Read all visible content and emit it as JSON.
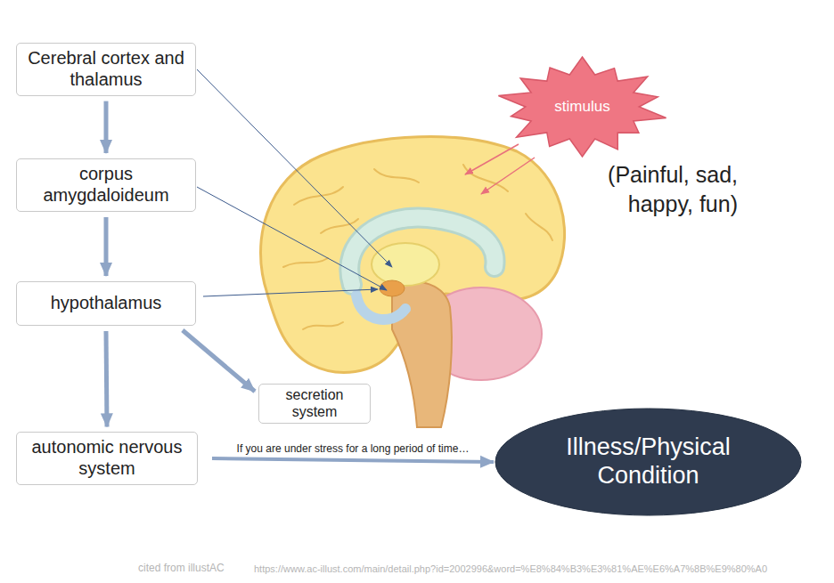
{
  "diagram": {
    "nodes": [
      {
        "text": [
          "Cerebral cortex and thalamus"
        ]
      },
      {
        "text": [
          "stimulus"
        ]
      },
      {
        "text": [
          "corpus amygdaloideum"
        ]
      },
      {
        "text": [
          "hypothalamus"
        ]
      },
      {
        "text": [
          "secretion system"
        ]
      },
      {
        "text": [
          "autonomic nervous system"
        ]
      },
      {
        "text": [
          "Illness/Physical Condition"
        ]
      }
    ],
    "edges": [
      {
        "from": 0,
        "to": 2,
        "arrow": "to"
      },
      {
        "from": 2,
        "to": 3,
        "arrow": "to"
      },
      {
        "from": 3,
        "to": 5,
        "arrow": "to"
      },
      {
        "from": 3,
        "to": 4,
        "arrow": "to"
      },
      {
        "from": 5,
        "to": 6,
        "arrow": "to",
        "label": "If you are under stress for a long period of time…"
      }
    ],
    "labels": [
      "(Painful, sad, happy, fun)",
      "cited from illustAC",
      "https://www.ac-illust.com/main/detail.php?id=2002996&word=%E8%84%B3%E3%81%AE%E6%A7%8B%E9%80%A0"
    ]
  }
}
